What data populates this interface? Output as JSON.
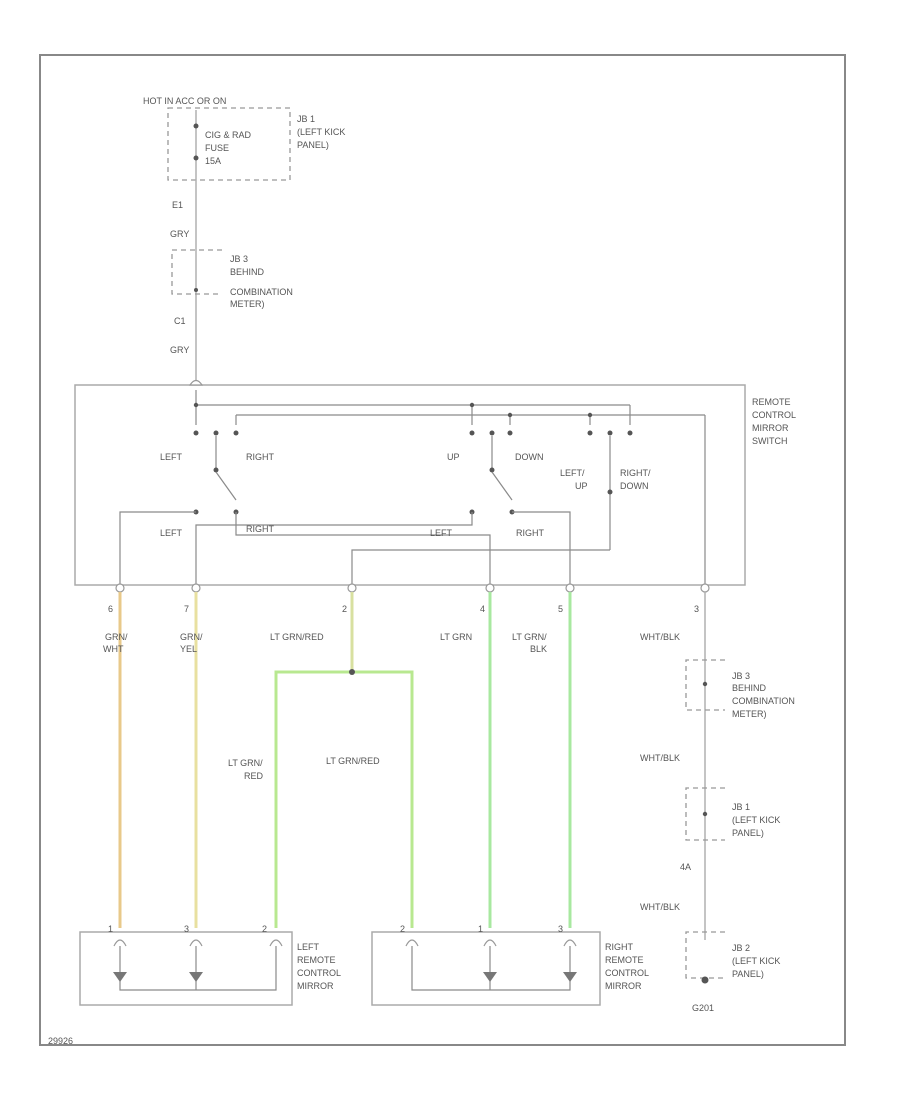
{
  "header": {
    "hot_label": "HOT IN ACC OR ON"
  },
  "jb1_top": {
    "name": "JB 1",
    "location": [
      "(LEFT KICK",
      "PANEL)"
    ],
    "fuse": [
      "CIG & RAD",
      "FUSE",
      "15A"
    ]
  },
  "conn_e1": "E1",
  "wire_top_1": "GRY",
  "jb3_top": {
    "name": "JB 3",
    "location": [
      "BEHIND",
      "COMBINATION",
      "METER)"
    ]
  },
  "conn_c1": "C1",
  "wire_top_2": "GRY",
  "switch": {
    "name": [
      "REMOTE",
      "CONTROL",
      "MIRROR",
      "SWITCH"
    ],
    "sel_left": "LEFT",
    "sel_right": "RIGHT",
    "up": "UP",
    "down": "DOWN",
    "left_up": [
      "LEFT/",
      "UP"
    ],
    "right_down": [
      "RIGHT/",
      "DOWN"
    ],
    "out_left_1": "LEFT",
    "out_right_1": "RIGHT",
    "out_left_2": "LEFT",
    "out_right_2": "RIGHT",
    "pins": [
      "6",
      "7",
      "2",
      "4",
      "5",
      "3"
    ]
  },
  "wires": {
    "w1": [
      "GRN/",
      "WHT"
    ],
    "w2": [
      "GRN/",
      "YEL"
    ],
    "w3": "LT GRN/RED",
    "w4": "LT GRN",
    "w5": [
      "LT GRN/",
      "BLK"
    ],
    "w6": "WHT/BLK",
    "w7": [
      "LT GRN/",
      "RED"
    ],
    "w8": "LT GRN/RED",
    "w9": "WHT/BLK",
    "w10": "WHT/BLK"
  },
  "jb3_bottom": {
    "name": "JB 3",
    "location": [
      "BEHIND",
      "COMBINATION",
      "METER)"
    ]
  },
  "jb1_bottom": {
    "name": "JB 1",
    "location": [
      "(LEFT KICK",
      "PANEL)"
    ]
  },
  "conn_4a": "4A",
  "jb2_bottom": {
    "name": "JB 2",
    "location": [
      "(LEFT KICK",
      "PANEL)"
    ]
  },
  "ground": "G201",
  "left_mirror": {
    "name": [
      "LEFT",
      "REMOTE",
      "CONTROL",
      "MIRROR"
    ],
    "pins": [
      "1",
      "3",
      "2"
    ]
  },
  "right_mirror": {
    "name": [
      "RIGHT",
      "REMOTE",
      "CONTROL",
      "MIRROR"
    ],
    "pins": [
      "2",
      "1",
      "3"
    ]
  },
  "footer": {
    "code": "29926"
  },
  "colors": {
    "grn_wht": "#e8c98a",
    "grn_yel": "#e8e0a0",
    "lt_grn": "#a8e8a0",
    "lt_grn_red": "#b8e890"
  }
}
